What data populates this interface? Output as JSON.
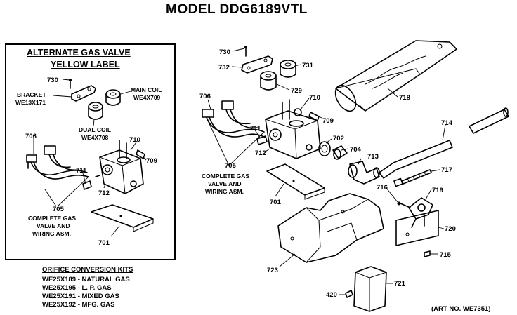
{
  "title": "MODEL DDG6189VTL",
  "inset": {
    "heading_line1": "ALTERNATE GAS VALVE",
    "heading_line2": "YELLOW  LABEL",
    "bracket_line1": "BRACKET",
    "bracket_line2": "WE13X171",
    "main_coil_line1": "MAIN COIL",
    "main_coil_line2": "WE4X709",
    "dual_coil_line1": "DUAL COIL",
    "dual_coil_line2": "WE4X708",
    "complete_line1": "COMPLETE GAS",
    "complete_line2": "VALVE AND",
    "complete_line3": "WIRING ASM."
  },
  "main": {
    "complete_line1": "COMPLETE GAS",
    "complete_line2": "VALVE AND",
    "complete_line3": "WIRING ASM."
  },
  "orifice_kits": {
    "heading": "ORIFICE CONVERSION KITS",
    "items": [
      "WE25X189 - NATURAL GAS",
      "WE25X195 - L. P. GAS",
      "WE25X191 - MIXED GAS",
      "WE25X192 - MFG. GAS"
    ]
  },
  "art_no": "(ART NO. WE7351)",
  "part_numbers": {
    "p730a": "730",
    "p732": "732",
    "p731": "731",
    "p729": "729",
    "p718": "718",
    "p706a": "706",
    "p710a": "710",
    "p709a": "709",
    "p711a": "711",
    "p712a": "712",
    "p702": "702",
    "p704": "704",
    "p713": "713",
    "p705a": "705",
    "p714": "714",
    "p717": "717",
    "p716": "716",
    "p719": "719",
    "p701a": "701",
    "p720": "720",
    "p723": "723",
    "p715": "715",
    "p721": "721",
    "p420": "420",
    "p730b": "730",
    "p706b": "706",
    "p710b": "710",
    "p709b": "709",
    "p711b": "711",
    "p712b": "712",
    "p705b": "705",
    "p701b": "701"
  }
}
